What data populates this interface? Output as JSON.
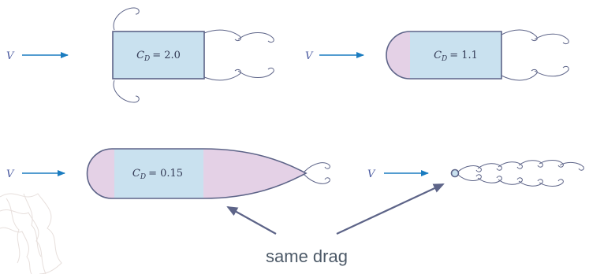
{
  "shapes": [
    {
      "id": "plate",
      "velocity_label": "V",
      "coefficient": "C_D = 2.0",
      "cd_symbol": "C",
      "cd_subscript": "D",
      "cd_value": "= 2.0"
    },
    {
      "id": "rounded",
      "velocity_label": "V",
      "coefficient": "C_D = 1.1",
      "cd_symbol": "C",
      "cd_subscript": "D",
      "cd_value": "= 1.1"
    },
    {
      "id": "airfoil",
      "velocity_label": "V",
      "coefficient": "C_D = 0.15",
      "cd_symbol": "C",
      "cd_subscript": "D",
      "cd_value": "= 0.15"
    },
    {
      "id": "cylinder",
      "velocity_label": "V"
    }
  ],
  "caption": "same drag",
  "colors": {
    "flow_arrow": "#1a7cc0",
    "body_fill": "#c9e1ef",
    "rounded_fill": "#e4d1e6",
    "outline": "#5d6488",
    "caption": "#4d5a68",
    "watermark": "#e7dfdc"
  }
}
